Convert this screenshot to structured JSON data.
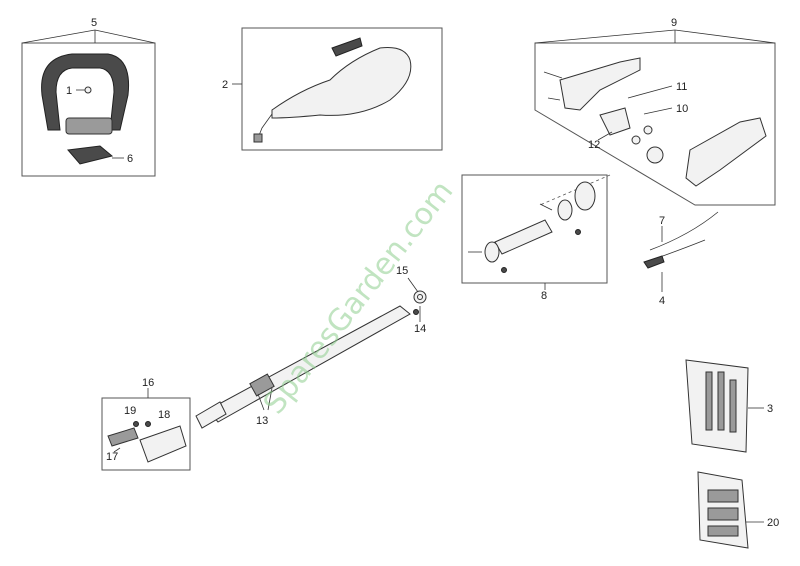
{
  "watermark": "SparesGarden.com",
  "callouts": {
    "c1": "1",
    "c2": "2",
    "c3": "3",
    "c4": "4",
    "c5": "5",
    "c6": "6",
    "c7": "7",
    "c8": "8",
    "c9": "9",
    "c10": "10",
    "c11": "11",
    "c12": "12",
    "c13": "13",
    "c14": "14",
    "c15": "15",
    "c16": "16",
    "c17": "17",
    "c18": "18",
    "c19": "19",
    "c20": "20"
  }
}
